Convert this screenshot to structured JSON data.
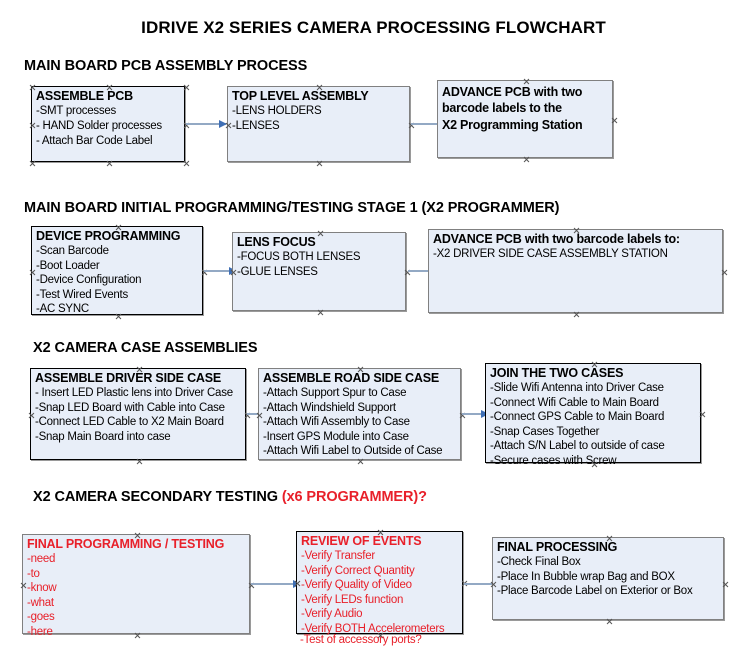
{
  "document": {
    "title": "IDRIVE X2  SERIES CAMERA PROCESSING FLOWCHART"
  },
  "colors": {
    "node_fill": "#e8eef8",
    "node_border": "#000000",
    "node_border_grey": "#808080",
    "connector_line": "#93a9c4",
    "connector_head": "#3f6fb5",
    "accent_red": "#e8202a",
    "text": "#000000"
  },
  "sections": [
    {
      "heading": "MAIN BOARD PCB ASSEMBLY PROCESS",
      "heading_accent": "",
      "nodes": [
        {
          "title": "ASSEMBLE PCB",
          "lines": [
            "-SMT processes",
            "- HAND Solder processes",
            "- Attach Bar Code Label"
          ]
        },
        {
          "title": "TOP LEVEL ASSEMBLY",
          "lines": [
            "-LENS HOLDERS",
            "-LENSES"
          ]
        },
        {
          "title": "ADVANCE PCB with two",
          "lines": [
            "barcode labels to the",
            " X2 Programming Station"
          ]
        }
      ]
    },
    {
      "heading": "MAIN BOARD INITIAL PROGRAMMING/TESTING STAGE 1 (X2 PROGRAMMER)",
      "heading_accent": "",
      "nodes": [
        {
          "title": "DEVICE PROGRAMMING",
          "lines": [
            "-Scan Barcode",
            "-Boot Loader",
            "-Device Configuration",
            "-Test Wired Events",
            "-AC SYNC"
          ]
        },
        {
          "title": "LENS FOCUS",
          "lines": [
            "-FOCUS BOTH LENSES",
            "-GLUE LENSES"
          ]
        },
        {
          "title": "ADVANCE PCB with two barcode labels to:",
          "lines": [
            "-X2 DRIVER  SIDE  CASE  ASSEMBLY STATION"
          ]
        }
      ]
    },
    {
      "heading": "X2 CAMERA CASE ASSEMBLIES",
      "heading_accent": "",
      "nodes": [
        {
          "title": "ASSEMBLE DRIVER SIDE CASE",
          "lines": [
            "- Insert LED Plastic lens into Driver Case",
            "-Snap LED Board with Cable into Case",
            "-Connect LED Cable to X2 Main Board",
            "-Snap Main Board into case"
          ]
        },
        {
          "title": "ASSEMBLE ROAD SIDE CASE",
          "lines": [
            "-Attach Support Spur to Case",
            "-Attach Windshield Support",
            "-Attach Wifi Assembly to Case",
            "-Insert GPS Module into Case",
            "-Attach Wifi Label to Outside of Case"
          ]
        },
        {
          "title": "JOIN THE TWO CASES",
          "lines": [
            "-Slide Wifi Antenna into Driver Case",
            "-Connect Wifi Cable to Main Board",
            "-Connect GPS Cable to Main Board",
            "-Snap Cases Together",
            "-Attach S/N Label to outside of case",
            "-Secure cases with Screw"
          ]
        }
      ]
    },
    {
      "heading": "X2 CAMERA SECONDARY TESTING ",
      "heading_accent": "(x6 PROGRAMMER)?",
      "nodes": [
        {
          "title": "FINAL PROGRAMMING / TESTING",
          "lines": [
            "-need",
            "-to",
            "-know",
            "-what",
            "-goes",
            "-here"
          ]
        },
        {
          "title": "REVIEW OF EVENTS",
          "lines": [
            "-Verify Transfer",
            "-Verify Correct Quantity",
            "-Verify Quality of Video",
            "-Verify LEDs function",
            "-Verify Audio",
            "-Verify BOTH Accelerometers"
          ],
          "overflow_line": "-Test of accessory ports?"
        },
        {
          "title": "FINAL PROCESSING",
          "lines": [
            " -Check Final Box",
            "-Place In Bubble wrap Bag and BOX",
            "-Place Barcode Label on Exterior or Box"
          ]
        }
      ]
    }
  ]
}
